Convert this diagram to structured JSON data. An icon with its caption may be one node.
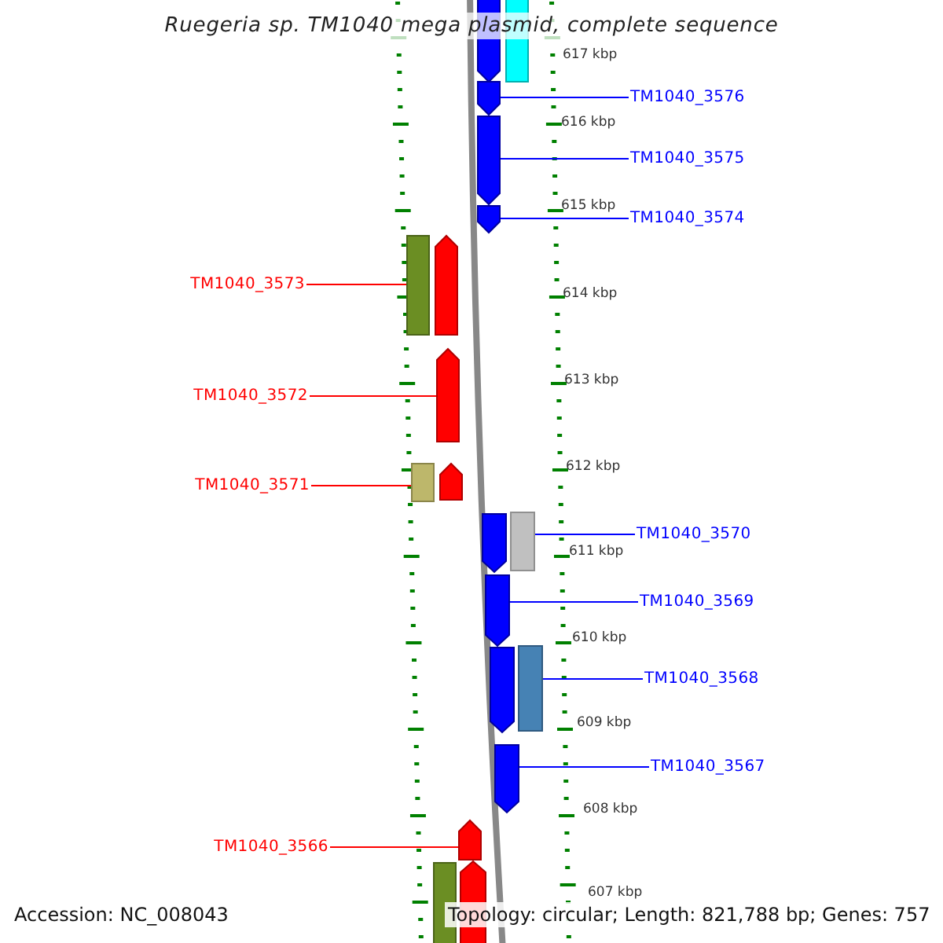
{
  "diagram": {
    "title": "Ruegeria sp. TM1040 mega plasmid, complete sequence",
    "nodes": [
      {
        "text": [
          "TM1040_3576"
        ]
      },
      {
        "text": [
          "TM1040_3575"
        ]
      },
      {
        "text": [
          "TM1040_3574"
        ]
      },
      {
        "text": [
          "TM1040_3573"
        ]
      },
      {
        "text": [
          "TM1040_3572"
        ]
      },
      {
        "text": [
          "TM1040_3571"
        ]
      },
      {
        "text": [
          "TM1040_3570"
        ]
      },
      {
        "text": [
          "TM1040_3569"
        ]
      },
      {
        "text": [
          "TM1040_3568"
        ]
      },
      {
        "text": [
          "TM1040_3567"
        ]
      },
      {
        "text": [
          "TM1040_3566"
        ]
      },
      {
        "text": [],
        "shape": "pentagon"
      },
      {
        "text": [],
        "shape": "box"
      },
      {
        "text": [],
        "shape": "pentagon"
      },
      {
        "text": [],
        "shape": "pentagon"
      },
      {
        "text": [],
        "shape": "pentagon"
      },
      {
        "text": [],
        "shape": "box"
      },
      {
        "text": [],
        "shape": "pentagon"
      },
      {
        "text": [],
        "shape": "pentagon"
      },
      {
        "text": [],
        "shape": "box"
      },
      {
        "text": [],
        "shape": "pentagon"
      },
      {
        "text": [],
        "shape": "box"
      },
      {
        "text": [],
        "shape": "pentagon"
      },
      {
        "text": [],
        "shape": "pentagon"
      },
      {
        "text": [],
        "shape": "box"
      },
      {
        "text": [],
        "shape": "pentagon"
      },
      {
        "text": [],
        "shape": "pentagon"
      },
      {
        "text": [],
        "shape": "pentagon"
      },
      {
        "text": [],
        "shape": "box"
      },
      {
        "text": [],
        "shape": "pentagon"
      }
    ],
    "edges": [
      {
        "from": 0,
        "to": 13,
        "arrow": "none"
      },
      {
        "from": 1,
        "to": 14,
        "arrow": "none"
      },
      {
        "from": 2,
        "to": 15,
        "arrow": "none"
      },
      {
        "from": 3,
        "to": 16,
        "arrow": "none",
        "color": "#ff0000"
      },
      {
        "from": 4,
        "to": 18,
        "arrow": "none",
        "color": "#ff0000"
      },
      {
        "from": 5,
        "to": 19,
        "arrow": "none",
        "color": "#ff0000"
      },
      {
        "from": 6,
        "to": 21,
        "arrow": "none"
      },
      {
        "from": 7,
        "to": 23,
        "arrow": "none"
      },
      {
        "from": 8,
        "to": 24,
        "arrow": "none"
      },
      {
        "from": 9,
        "to": 26,
        "arrow": "none"
      },
      {
        "from": 10,
        "to": 27,
        "arrow": "none",
        "color": "#ff0000"
      }
    ],
    "labels": [
      "617 kbp",
      "616 kbp",
      "615 kbp",
      "614 kbp",
      "613 kbp",
      "612 kbp",
      "611 kbp",
      "610 kbp",
      "609 kbp",
      "608 kbp",
      "607 kbp",
      "Accession: NC_008043",
      "Topology: circular; Length: 821,788 bp; Genes: 757"
    ]
  }
}
